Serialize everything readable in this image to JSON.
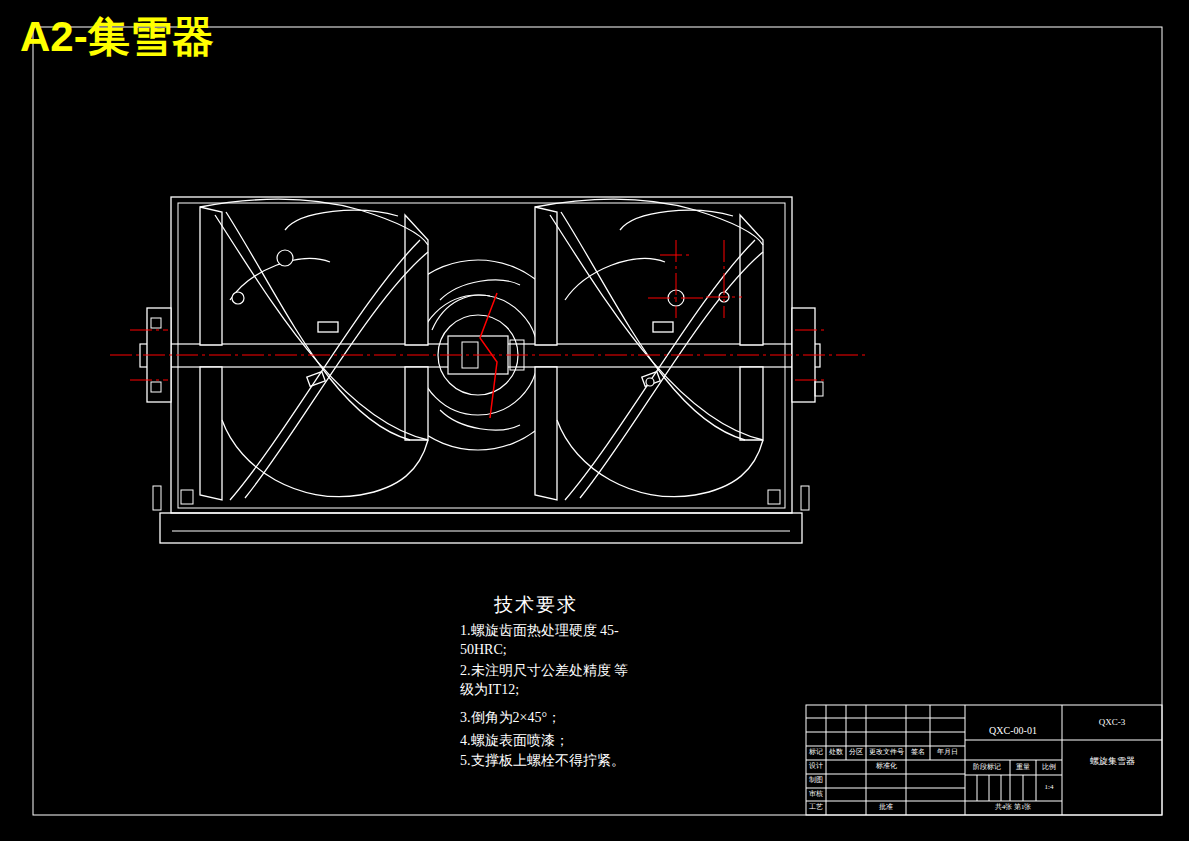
{
  "diagram": {
    "title": "A2-集雪器",
    "labels": [
      "技术要求",
      "1.螺旋齿面热处理硬度 45-50HRC;",
      "2.未注明尺寸公差处精度 等级为IT12;",
      "3.倒角为2×45°；",
      "4.螺旋表面喷漆；",
      "5.支撑板上螺栓不得拧紧。",
      "QXC-00-01",
      "QXC-3",
      "螺旋集雪器",
      "标记",
      "处数",
      "分区",
      "更改文件号",
      "签名",
      "年月日",
      "设计",
      "标准化",
      "制图",
      "审核",
      "工艺",
      "批准",
      "阶段标记",
      "重量",
      "比例",
      "1:4",
      "共4张 第1张"
    ]
  }
}
